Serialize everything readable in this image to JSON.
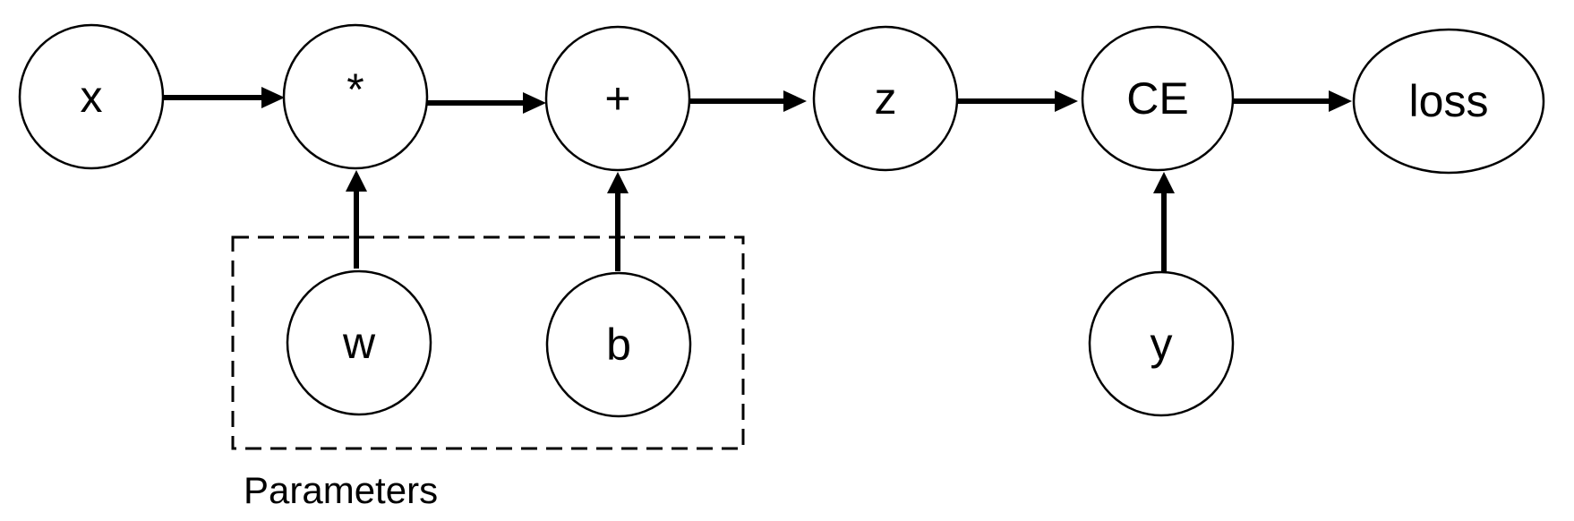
{
  "nodes": {
    "x": "x",
    "mul": "*",
    "add": "+",
    "z": "z",
    "ce": "CE",
    "loss": "loss",
    "w": "w",
    "b": "b",
    "y": "y"
  },
  "group": {
    "label": "Parameters"
  },
  "colors": {
    "stroke": "#000000",
    "background": "#ffffff"
  }
}
